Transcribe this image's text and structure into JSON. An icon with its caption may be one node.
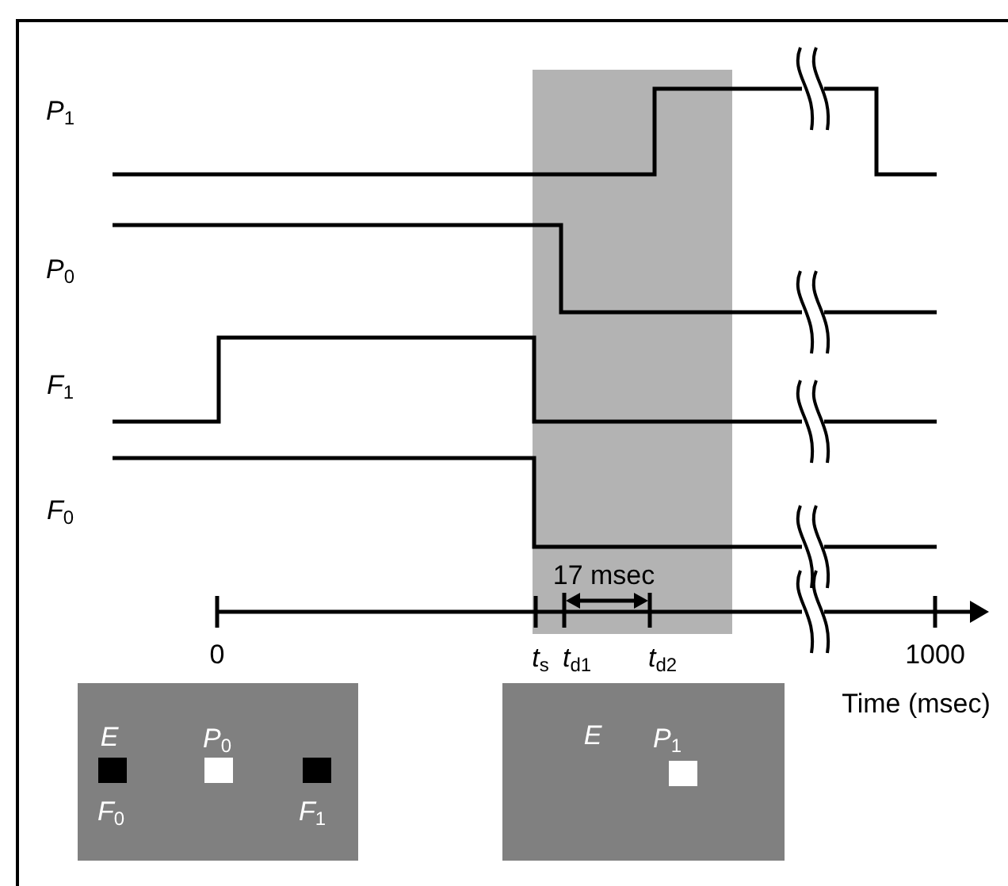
{
  "diagram": {
    "nodes": [
      {
        "text": [
          "*E*",
          "*P*$_{0}$",
          "*F*$_{0}$",
          "*F*$_{1}$"
        ]
      },
      {
        "text": [
          "*E*",
          "*P*$_{1}$"
        ]
      }
    ],
    "labels": [
      "*P*$_{1}$",
      "*P*$_{0}$",
      "*F*$_{1}$",
      "*F*$_{0}$",
      "17 msec",
      "0",
      "*t*$_{s}$",
      "*t*$_{d1}$",
      "*t*$_{d2}$",
      "1000",
      "Time (msec)"
    ]
  }
}
